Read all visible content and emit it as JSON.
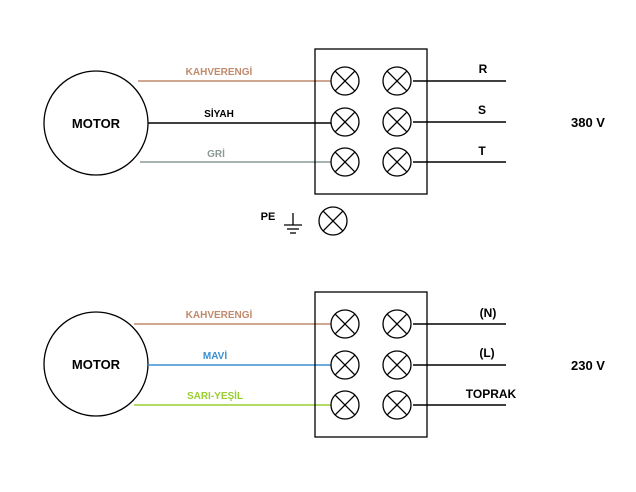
{
  "colors": {
    "brown": "#c08a6c",
    "black": "#000000",
    "grey": "#8a9a92",
    "blue": "#3a8fd4",
    "green_yellow": "#9acd32"
  },
  "diagram_380": {
    "motor_label": "MOTOR",
    "wires": [
      {
        "label": "KAHVERENGİ",
        "color": "brown"
      },
      {
        "label": "SİYAH",
        "color": "black"
      },
      {
        "label": "GRİ",
        "color": "grey"
      }
    ],
    "lines": [
      "R",
      "S",
      "T"
    ],
    "voltage": "380 V",
    "pe_label": "PE"
  },
  "diagram_230": {
    "motor_label": "MOTOR",
    "wires": [
      {
        "label": "KAHVERENGİ",
        "color": "brown"
      },
      {
        "label": "MAVİ",
        "color": "blue"
      },
      {
        "label": "SARI-YEŞİL",
        "color": "green_yellow"
      }
    ],
    "lines": [
      "(N)",
      "(L)",
      "TOPRAK"
    ],
    "voltage": "230 V"
  }
}
